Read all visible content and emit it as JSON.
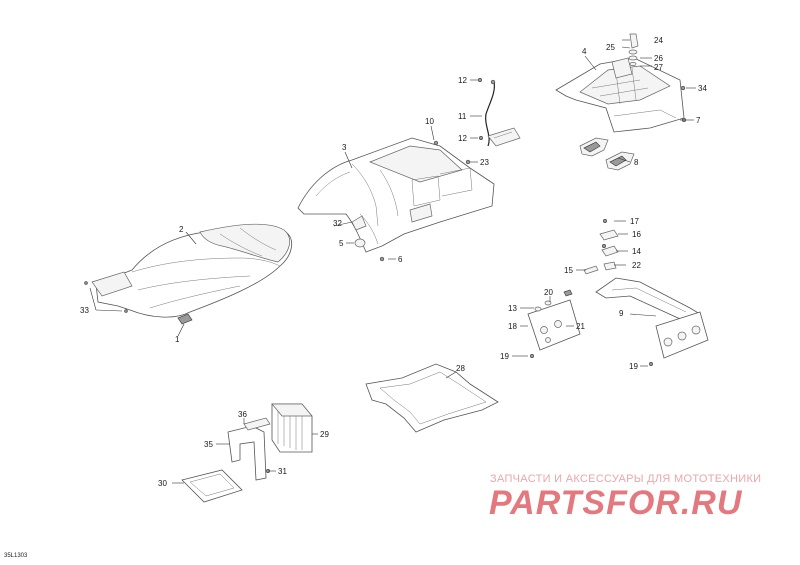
{
  "diagram_code": "35L1303",
  "watermark": {
    "subtitle": "ЗАПЧАСТИ И АКСЕССУАРЫ ДЛЯ МОТОТЕХНИКИ",
    "logo": "PARTSFOR.RU"
  },
  "callouts": {
    "c1": "1",
    "c2": "2",
    "c3": "3",
    "c4": "4",
    "c5": "5",
    "c6": "6",
    "c7": "7",
    "c8": "8",
    "c9": "9",
    "c10": "10",
    "c11": "11",
    "c12a": "12",
    "c12b": "12",
    "c13": "13",
    "c14": "14",
    "c15": "15",
    "c16": "16",
    "c17": "17",
    "c18": "18",
    "c19a": "19",
    "c19b": "19",
    "c20": "20",
    "c21": "21",
    "c22": "22",
    "c23": "23",
    "c24": "24",
    "c25": "25",
    "c26": "26",
    "c27": "27",
    "c28": "28",
    "c29": "29",
    "c30": "30",
    "c31": "31",
    "c32": "32",
    "c33": "33",
    "c34": "34",
    "c35": "35",
    "c36": "36"
  }
}
